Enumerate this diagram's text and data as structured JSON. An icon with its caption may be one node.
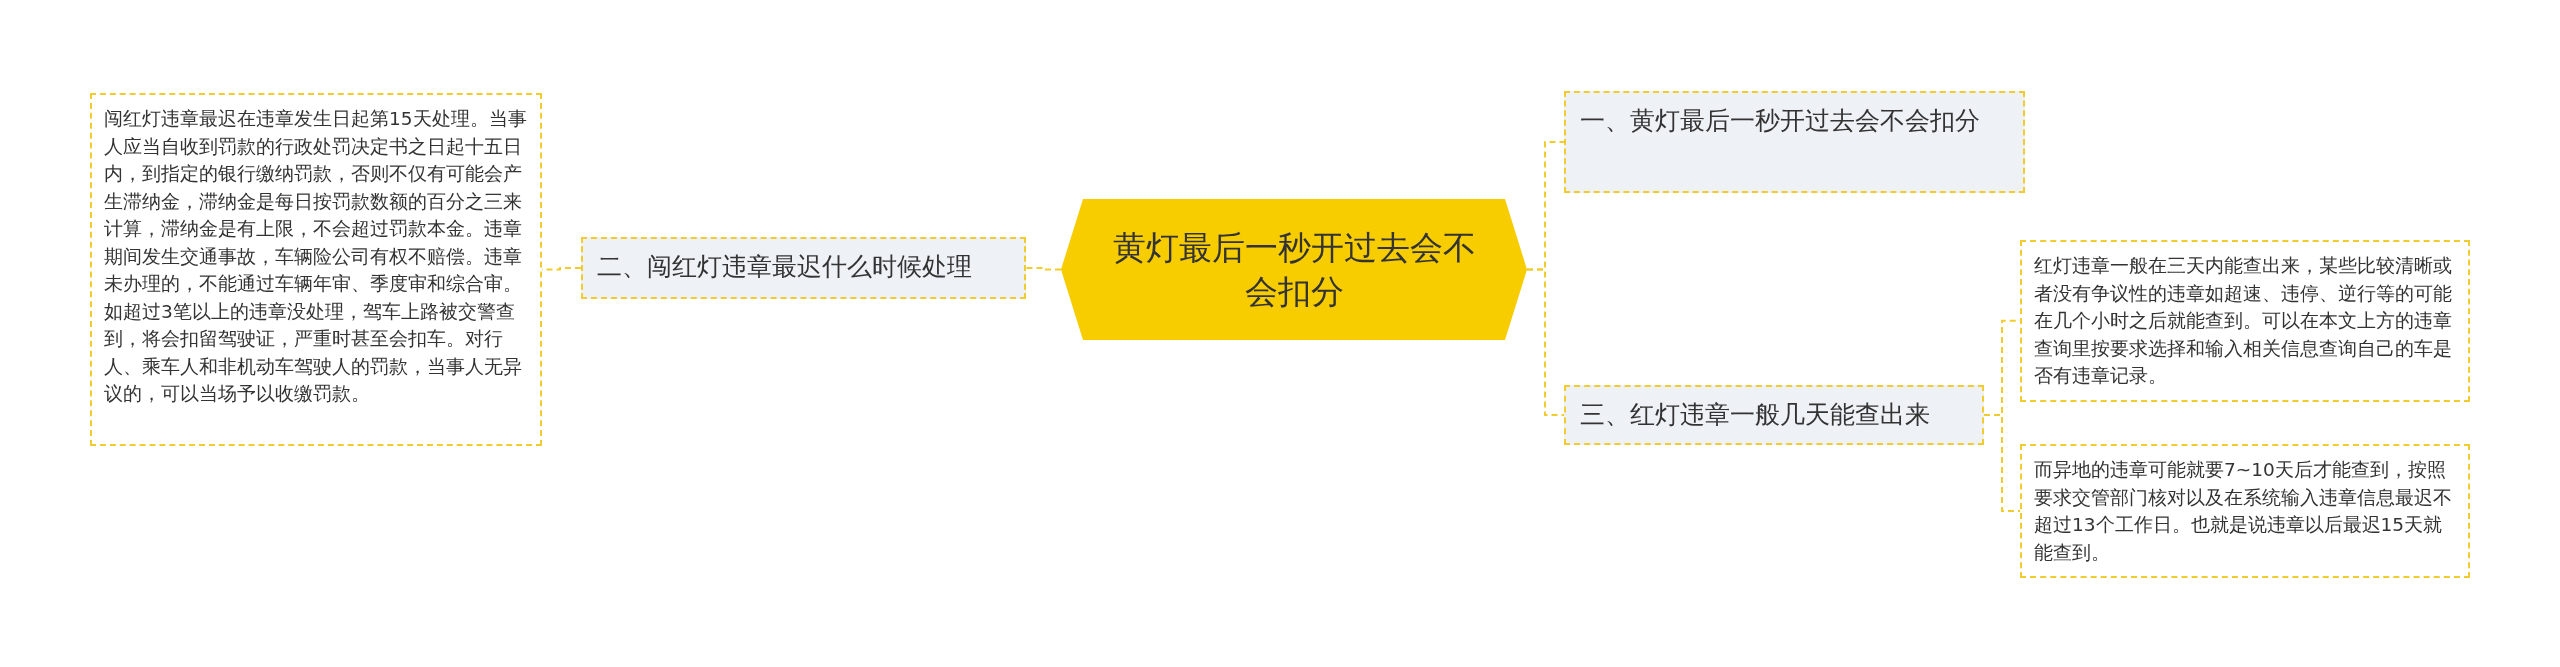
{
  "diagram": {
    "nodes": [
      {
        "text": [
          "黄灯最后一秒开过去会不会扣分"
        ]
      },
      {
        "text": [
          "二、闯红灯违章最迟什么时候处理"
        ]
      },
      {
        "text": [
          "闯红灯违章最迟在违章发生日起第15天处理。当事人应当自收到罚款的行政处罚决定书之日起十五日内，到指定的银行缴纳罚款，否则不仅有可能会产生滞纳金，滞纳金是每日按罚款数额的百分之三来计算，滞纳金是有上限，不会超过罚款本金。违章期间发生交通事故，车辆险公司有权不赔偿。违章未办理的，不能通过车辆年审、季度审和综合审。如超过3笔以上的违章没处理，驾车上路被交警查到，将会扣留驾驶证，严重时甚至会扣车。对行人、乘车人和非机动车驾驶人的罚款，当事人无异议的，可以当场予以收缴罚款。"
        ]
      },
      {
        "text": [
          "一、黄灯最后一秒开过去会不会扣分"
        ]
      },
      {
        "text": [
          "三、红灯违章一般几天能查出来"
        ]
      },
      {
        "text": [
          "红灯违章一般在三天内能查出来，某些比较清晰或者没有争议性的违章如超速、违停、逆行等的可能在几个小时之后就能查到。可以在本文上方的违章查询里按要求选择和输入相关信息查询自己的车是否有违章记录。"
        ]
      },
      {
        "text": [
          "而异地的违章可能就要7~10天后才能查到，按照要求交管部门核对以及在系统输入违章信息最迟不超过13个工作日。也就是说违章以后最迟15天就能查到。"
        ]
      }
    ],
    "edges": [
      {
        "from": 0,
        "to": 1,
        "arrow": "none"
      },
      {
        "from": 1,
        "to": 2,
        "arrow": "none"
      },
      {
        "from": 0,
        "to": 3,
        "arrow": "none"
      },
      {
        "from": 0,
        "to": 4,
        "arrow": "none"
      },
      {
        "from": 4,
        "to": 5,
        "arrow": "none"
      },
      {
        "from": 4,
        "to": 6,
        "arrow": "none"
      }
    ]
  }
}
